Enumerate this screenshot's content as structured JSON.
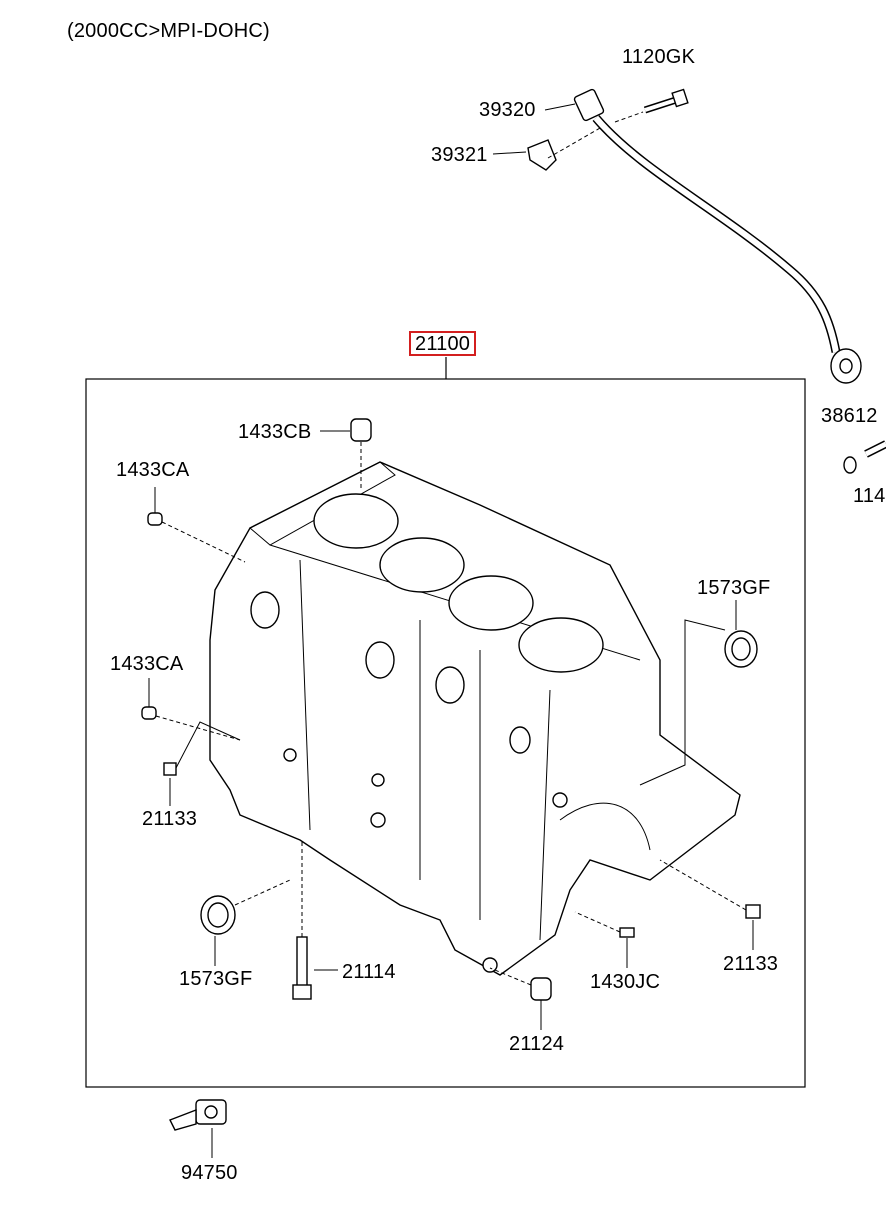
{
  "header": {
    "spec": "(2000CC>MPI-DOHC)"
  },
  "main_assembly": {
    "part_no": "21100",
    "highlight_color": "#d31f1f"
  },
  "parts": {
    "p_1120GK": "1120GK",
    "p_39320": "39320",
    "p_39321": "39321",
    "p_38612": "38612",
    "p_114": "114",
    "p_1433CB": "1433CB",
    "p_1433CA_top": "1433CA",
    "p_1433CA_mid": "1433CA",
    "p_1573GF_right": "1573GF",
    "p_1573GF_left": "1573GF",
    "p_21133_left": "21133",
    "p_21133_right": "21133",
    "p_21114": "21114",
    "p_1430JC": "1430JC",
    "p_21124": "21124",
    "p_94750": "94750"
  }
}
